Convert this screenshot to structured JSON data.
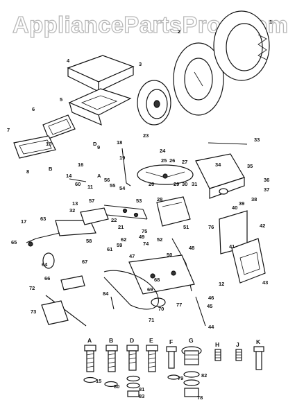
{
  "watermark": {
    "text": "AppliancePartsPros.com"
  },
  "diagram": {
    "callouts": [
      "1",
      "2",
      "3",
      "4",
      "5",
      "6",
      "7",
      "8",
      "9",
      "10",
      "11",
      "12",
      "13",
      "14",
      "15",
      "16",
      "17",
      "18",
      "19",
      "20",
      "21",
      "22",
      "23",
      "24",
      "25",
      "26",
      "27",
      "28",
      "29",
      "30",
      "31",
      "32",
      "33",
      "34",
      "35",
      "36",
      "37",
      "38",
      "39",
      "40",
      "41",
      "42",
      "43",
      "44",
      "45",
      "46",
      "47",
      "48",
      "49",
      "50",
      "51",
      "52",
      "53",
      "54",
      "55",
      "56",
      "57",
      "58",
      "59",
      "60",
      "61",
      "62",
      "63",
      "64",
      "65",
      "66",
      "67",
      "68",
      "69",
      "70",
      "71",
      "72",
      "73",
      "74",
      "75",
      "76",
      "77",
      "78",
      "79",
      "80",
      "81",
      "82",
      "83",
      "84"
    ],
    "hardware_letters": [
      "A",
      "B",
      "D",
      "E",
      "F",
      "G",
      "H",
      "J",
      "K"
    ],
    "part_refs": [
      "B",
      "D",
      "A"
    ]
  }
}
